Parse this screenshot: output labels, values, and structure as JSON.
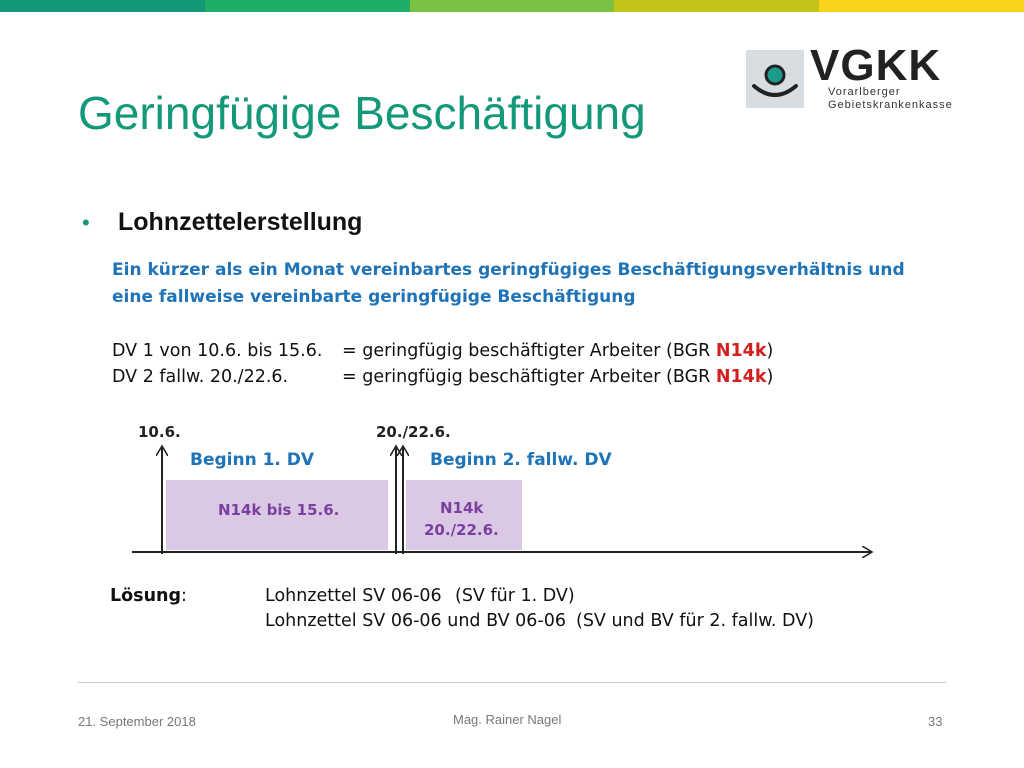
{
  "topbar_colors": [
    "#14987a",
    "#1fae6a",
    "#7cc242",
    "#c2c41c",
    "#fbd31c"
  ],
  "title": "Geringfügige Beschäftigung",
  "logo": {
    "name": "VGKK",
    "sub1": "Vorarlberger",
    "sub2": "Gebietskrankenkasse"
  },
  "bullet": "Lohnzettelerstellung",
  "intro": {
    "line1": "Ein kürzer als ein Monat vereinbartes geringfügiges Beschäftigungsverhältnis und",
    "line2": "eine fallweise vereinbarte geringfügige Beschäftigung"
  },
  "dv_lines": [
    {
      "left": "DV 1 von 10.6. bis 15.6.",
      "right_prefix": "= geringfügig beschäftigter Arbeiter (BGR ",
      "code": "N14k",
      "right_suffix": ")"
    },
    {
      "left": "DV 2 fallw. 20./22.6.",
      "right_prefix": "= geringfügig beschäftigter Arbeiter (BGR ",
      "code": "N14k",
      "right_suffix": ")"
    }
  ],
  "diagram": {
    "date1": "10.6.",
    "date2": "20./22.6.",
    "begin1": "Beginn 1. DV",
    "begin2": "Beginn 2. fallw. DV",
    "box1": "N14k bis 15.6.",
    "box2_line1": "N14k",
    "box2_line2": "20./22.6."
  },
  "solution": {
    "label": "Lösung",
    "colon": ":",
    "line1_a": "Lohnzettel SV 06-06",
    "line1_b": "(SV für 1. DV)",
    "line2_a": "Lohnzettel SV 06-06 und BV 06-06",
    "line2_b": "(SV und BV für 2. fallw. DV)"
  },
  "footer": {
    "date": "21. September 2018",
    "author": "Mag. Rainer Nagel",
    "page": "33"
  }
}
